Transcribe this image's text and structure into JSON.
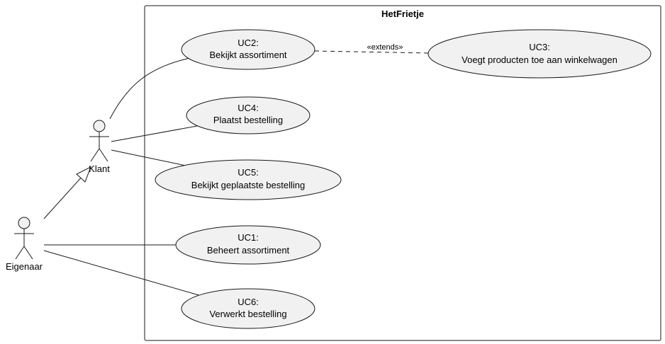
{
  "system": {
    "title": "HetFrietje"
  },
  "actors": {
    "klant": {
      "name": "Klant"
    },
    "eigenaar": {
      "name": "Eigenaar"
    }
  },
  "use_cases": {
    "uc2": {
      "id": "UC2:",
      "name": "Bekijkt assortiment"
    },
    "uc3": {
      "id": "UC3:",
      "name": "Voegt producten toe aan winkelwagen"
    },
    "uc4": {
      "id": "UC4:",
      "name": "Plaatst bestelling"
    },
    "uc5": {
      "id": "UC5:",
      "name": "Bekijkt geplaatste bestelling"
    },
    "uc1": {
      "id": "UC1:",
      "name": "Beheert assortiment"
    },
    "uc6": {
      "id": "UC6:",
      "name": "Verwerkt bestelling"
    }
  },
  "relations": {
    "extends_label": "«extends»"
  },
  "colors": {
    "ellipse_fill": "#f1f1f1",
    "stroke": "#181818",
    "background": "#ffffff"
  }
}
